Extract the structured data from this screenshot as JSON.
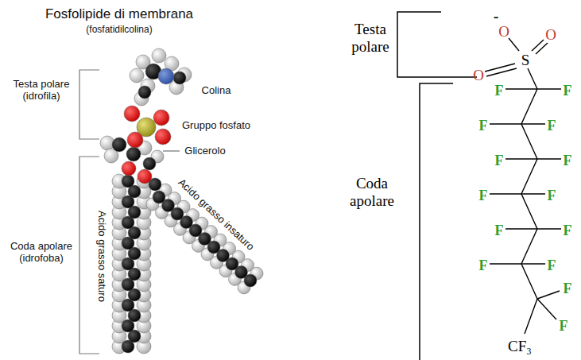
{
  "diagram": {
    "title": "Fosfolipide di membrana",
    "labels": [
      "(fosfatidilcolina)",
      "Testa polare (idrofila)",
      "Coda apolare (idrofoba)",
      "Colina",
      "Gruppo fosfato",
      "Glicerolo",
      "Acido grasso saturo",
      "Acido grasso insaturo",
      "Testa polare",
      "Coda apolare",
      "-",
      "O",
      "O",
      "S",
      "O",
      "F",
      "F",
      "F",
      "F",
      "F",
      "F",
      "F",
      "F",
      "F",
      "F",
      "F",
      "F",
      "F",
      "F",
      "CF₃"
    ]
  }
}
